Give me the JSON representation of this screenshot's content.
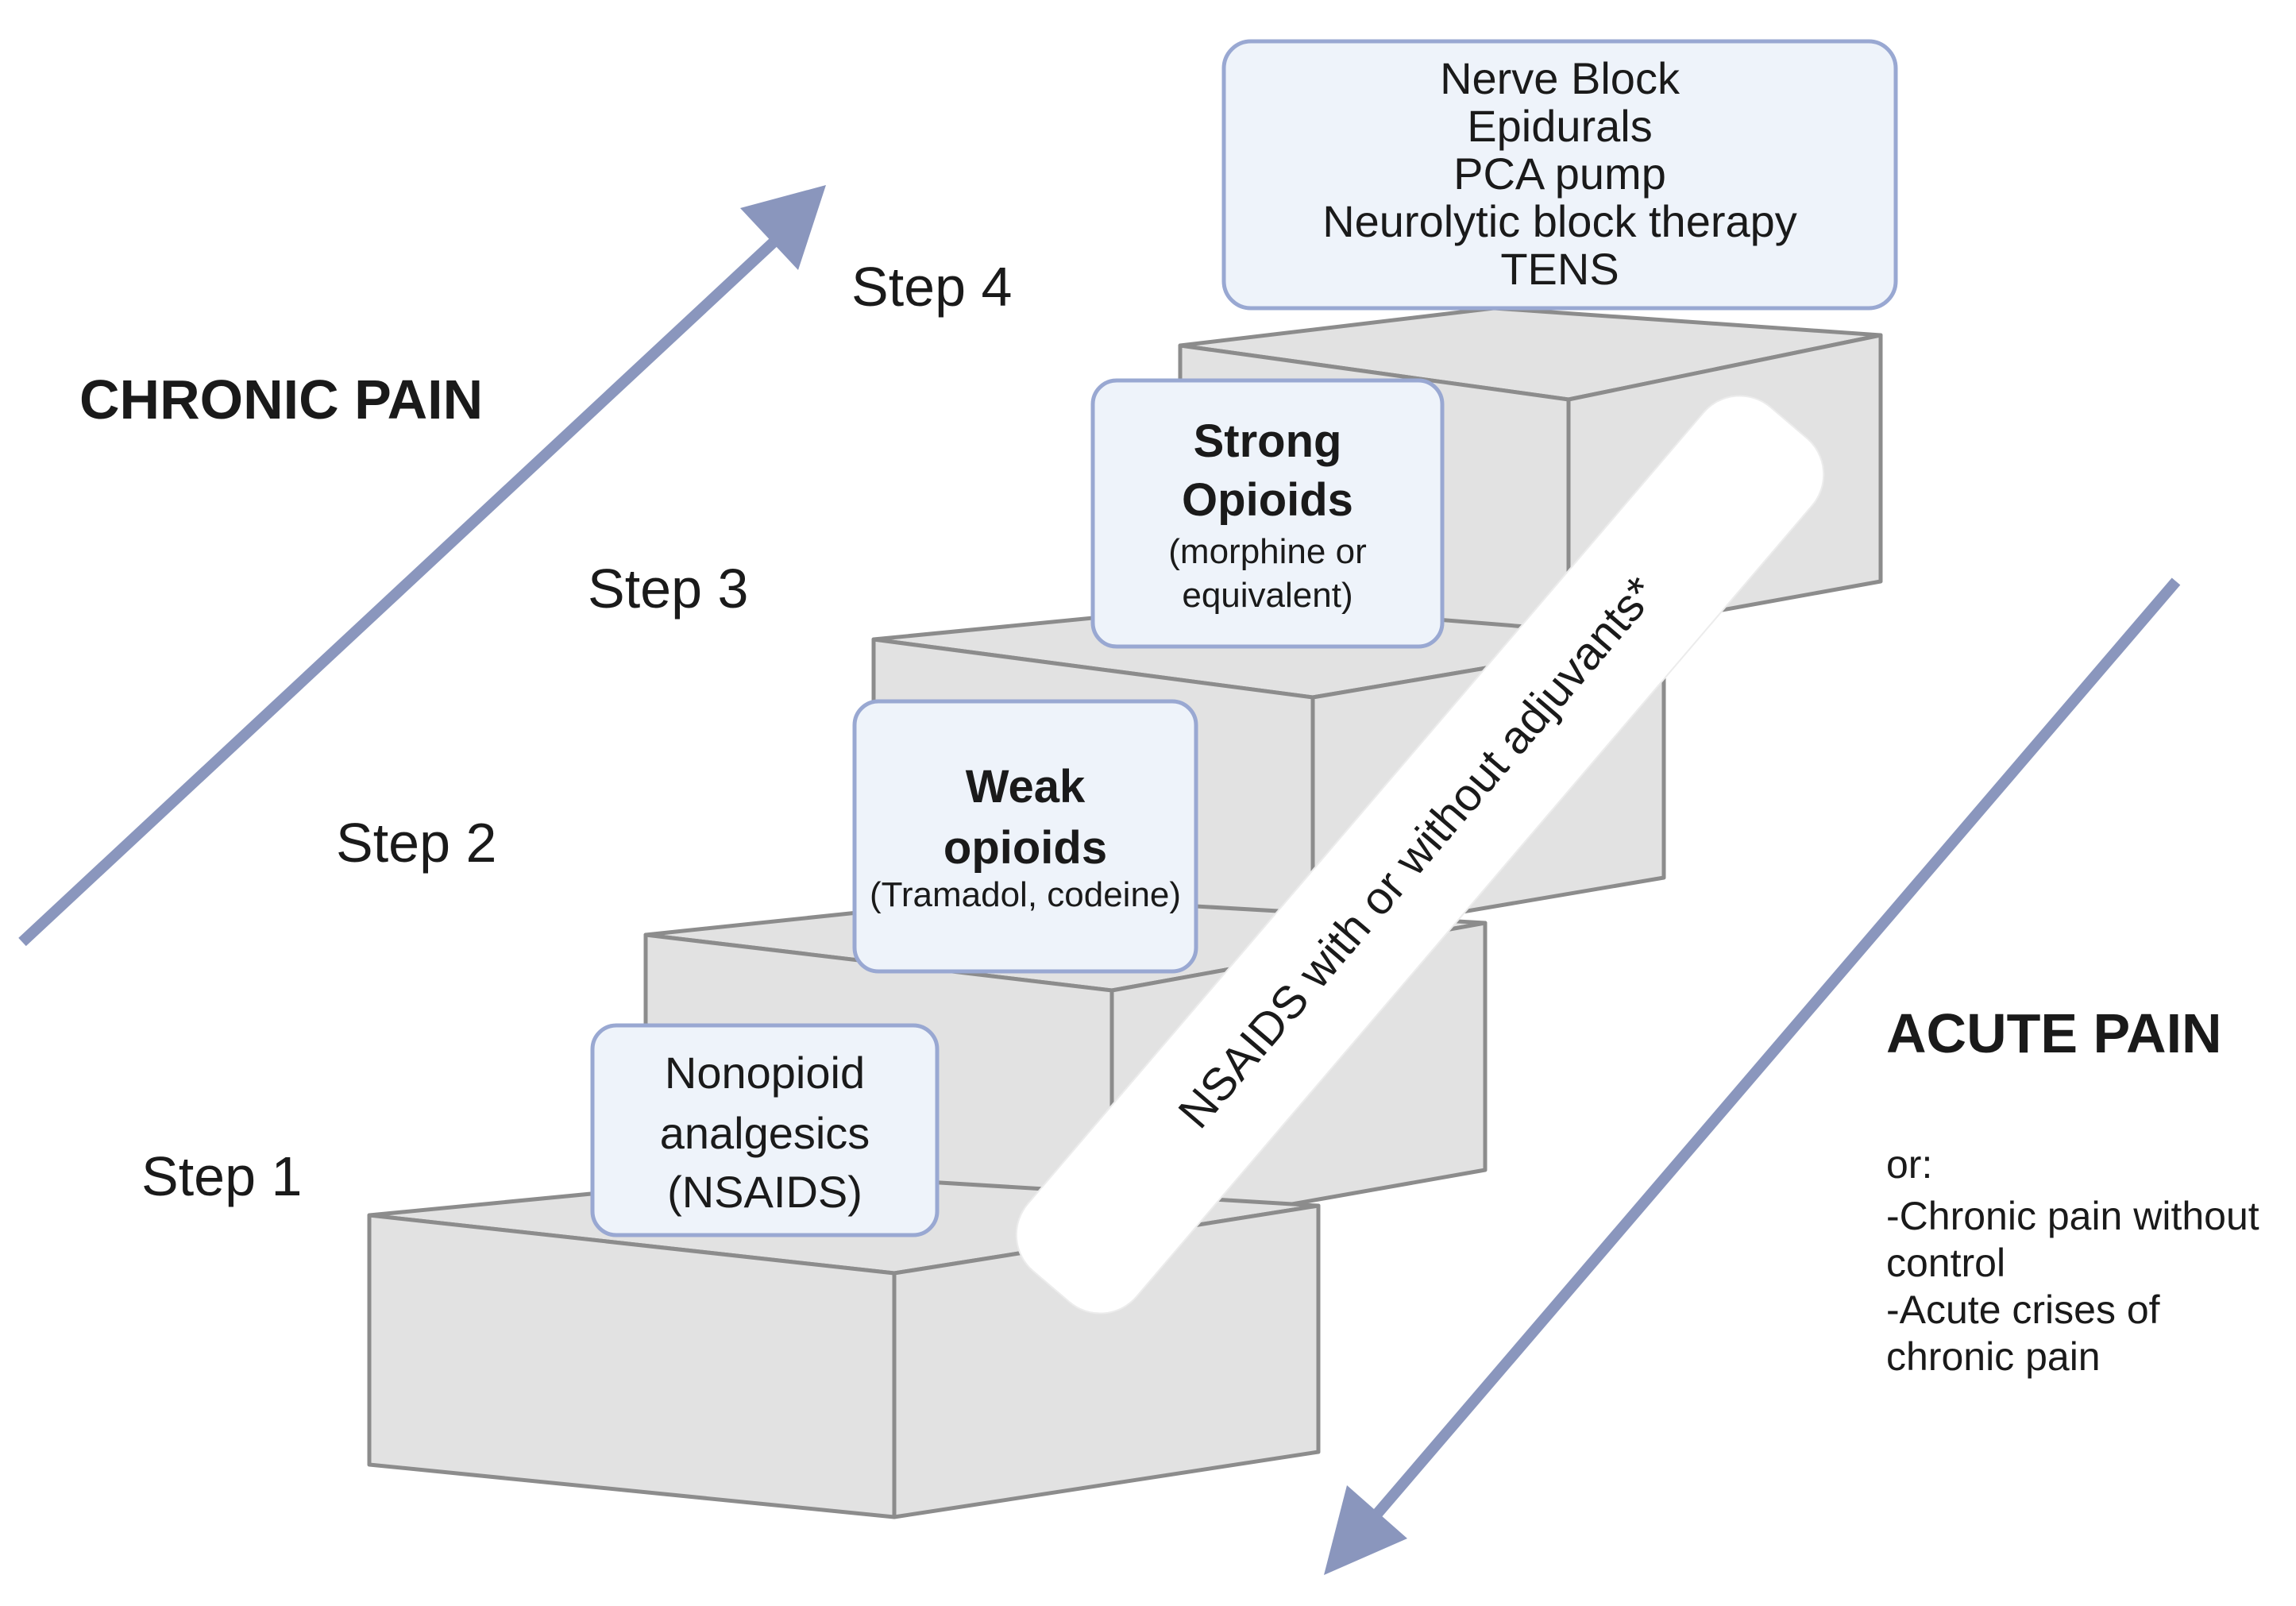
{
  "headings": {
    "chronic": "CHRONIC PAIN",
    "acute": "ACUTE PAIN"
  },
  "steps": {
    "s1": "Step 1",
    "s2": "Step 2",
    "s3": "Step 3",
    "s4": "Step 4"
  },
  "boxes": {
    "step1": {
      "line1": "Nonopioid",
      "line2": "analgesics",
      "line3": "(NSAIDS)"
    },
    "step2": {
      "title1": "Weak",
      "title2": "opioids",
      "detail": "(Tramadol, codeine)"
    },
    "step3": {
      "title1": "Strong",
      "title2": "Opioids",
      "detail1": "(morphine or",
      "detail2": "equivalent)"
    },
    "step4": {
      "items": [
        "Nerve Block",
        "Epidurals",
        "PCA pump",
        "Neurolytic block therapy",
        "TENS"
      ]
    }
  },
  "band": {
    "text": "NSAIDS with or without adjuvants*"
  },
  "acute_notes": {
    "intro": "or:",
    "line1": "-Chronic pain without",
    "line2": "control",
    "line3": "-Acute crises of",
    "line4": "chronic pain"
  },
  "colors": {
    "arrow": "#8a96bd",
    "box_fill": "#eef3fa",
    "box_border": "#99a8d2",
    "stair_fill": "#e2e2e2",
    "stair_edge": "#8c8c8c"
  },
  "icons": {
    "chronic_arrow": "arrow-up-right-icon",
    "acute_arrow": "arrow-down-left-icon"
  }
}
